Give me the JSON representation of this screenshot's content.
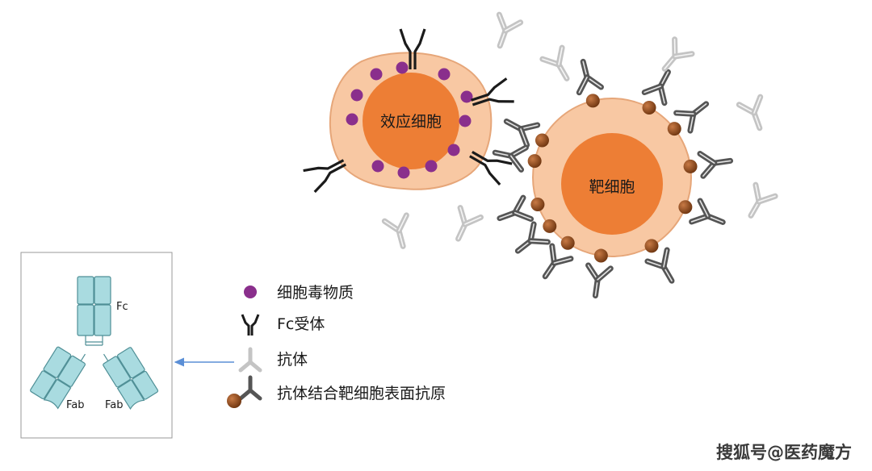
{
  "cells": {
    "effector_label": "效应细胞",
    "target_label": "靶细胞"
  },
  "legend": {
    "cytotoxin": "细胞毒物质",
    "fc_receptor": "Fc受体",
    "antibody": "抗体",
    "bound_antibody": "抗体结合靶细胞表面抗原"
  },
  "antibody_structure": {
    "fc_label": "Fc",
    "fab_left_label": "Fab",
    "fab_right_label": "Fab"
  },
  "watermark": "搜狐号@医药魔方",
  "colors": {
    "cell_outer": "#f8c8a3",
    "cell_outer_stroke": "#e6a679",
    "cell_nucleus": "#ed7e35",
    "cytotoxin": "#8a2f8c",
    "antigen": "#8b4a1c",
    "antibody_light": "#c4c4c4",
    "antibody_dark": "#555555",
    "receptor": "#1b1b1b",
    "fragment_fill": "#a9dbe0",
    "fragment_stroke": "#4f8f96",
    "arrow": "#5b8fd6"
  },
  "icons": [
    "cytotoxin-dot-icon",
    "fc-receptor-icon",
    "antibody-icon",
    "bound-antibody-icon"
  ]
}
